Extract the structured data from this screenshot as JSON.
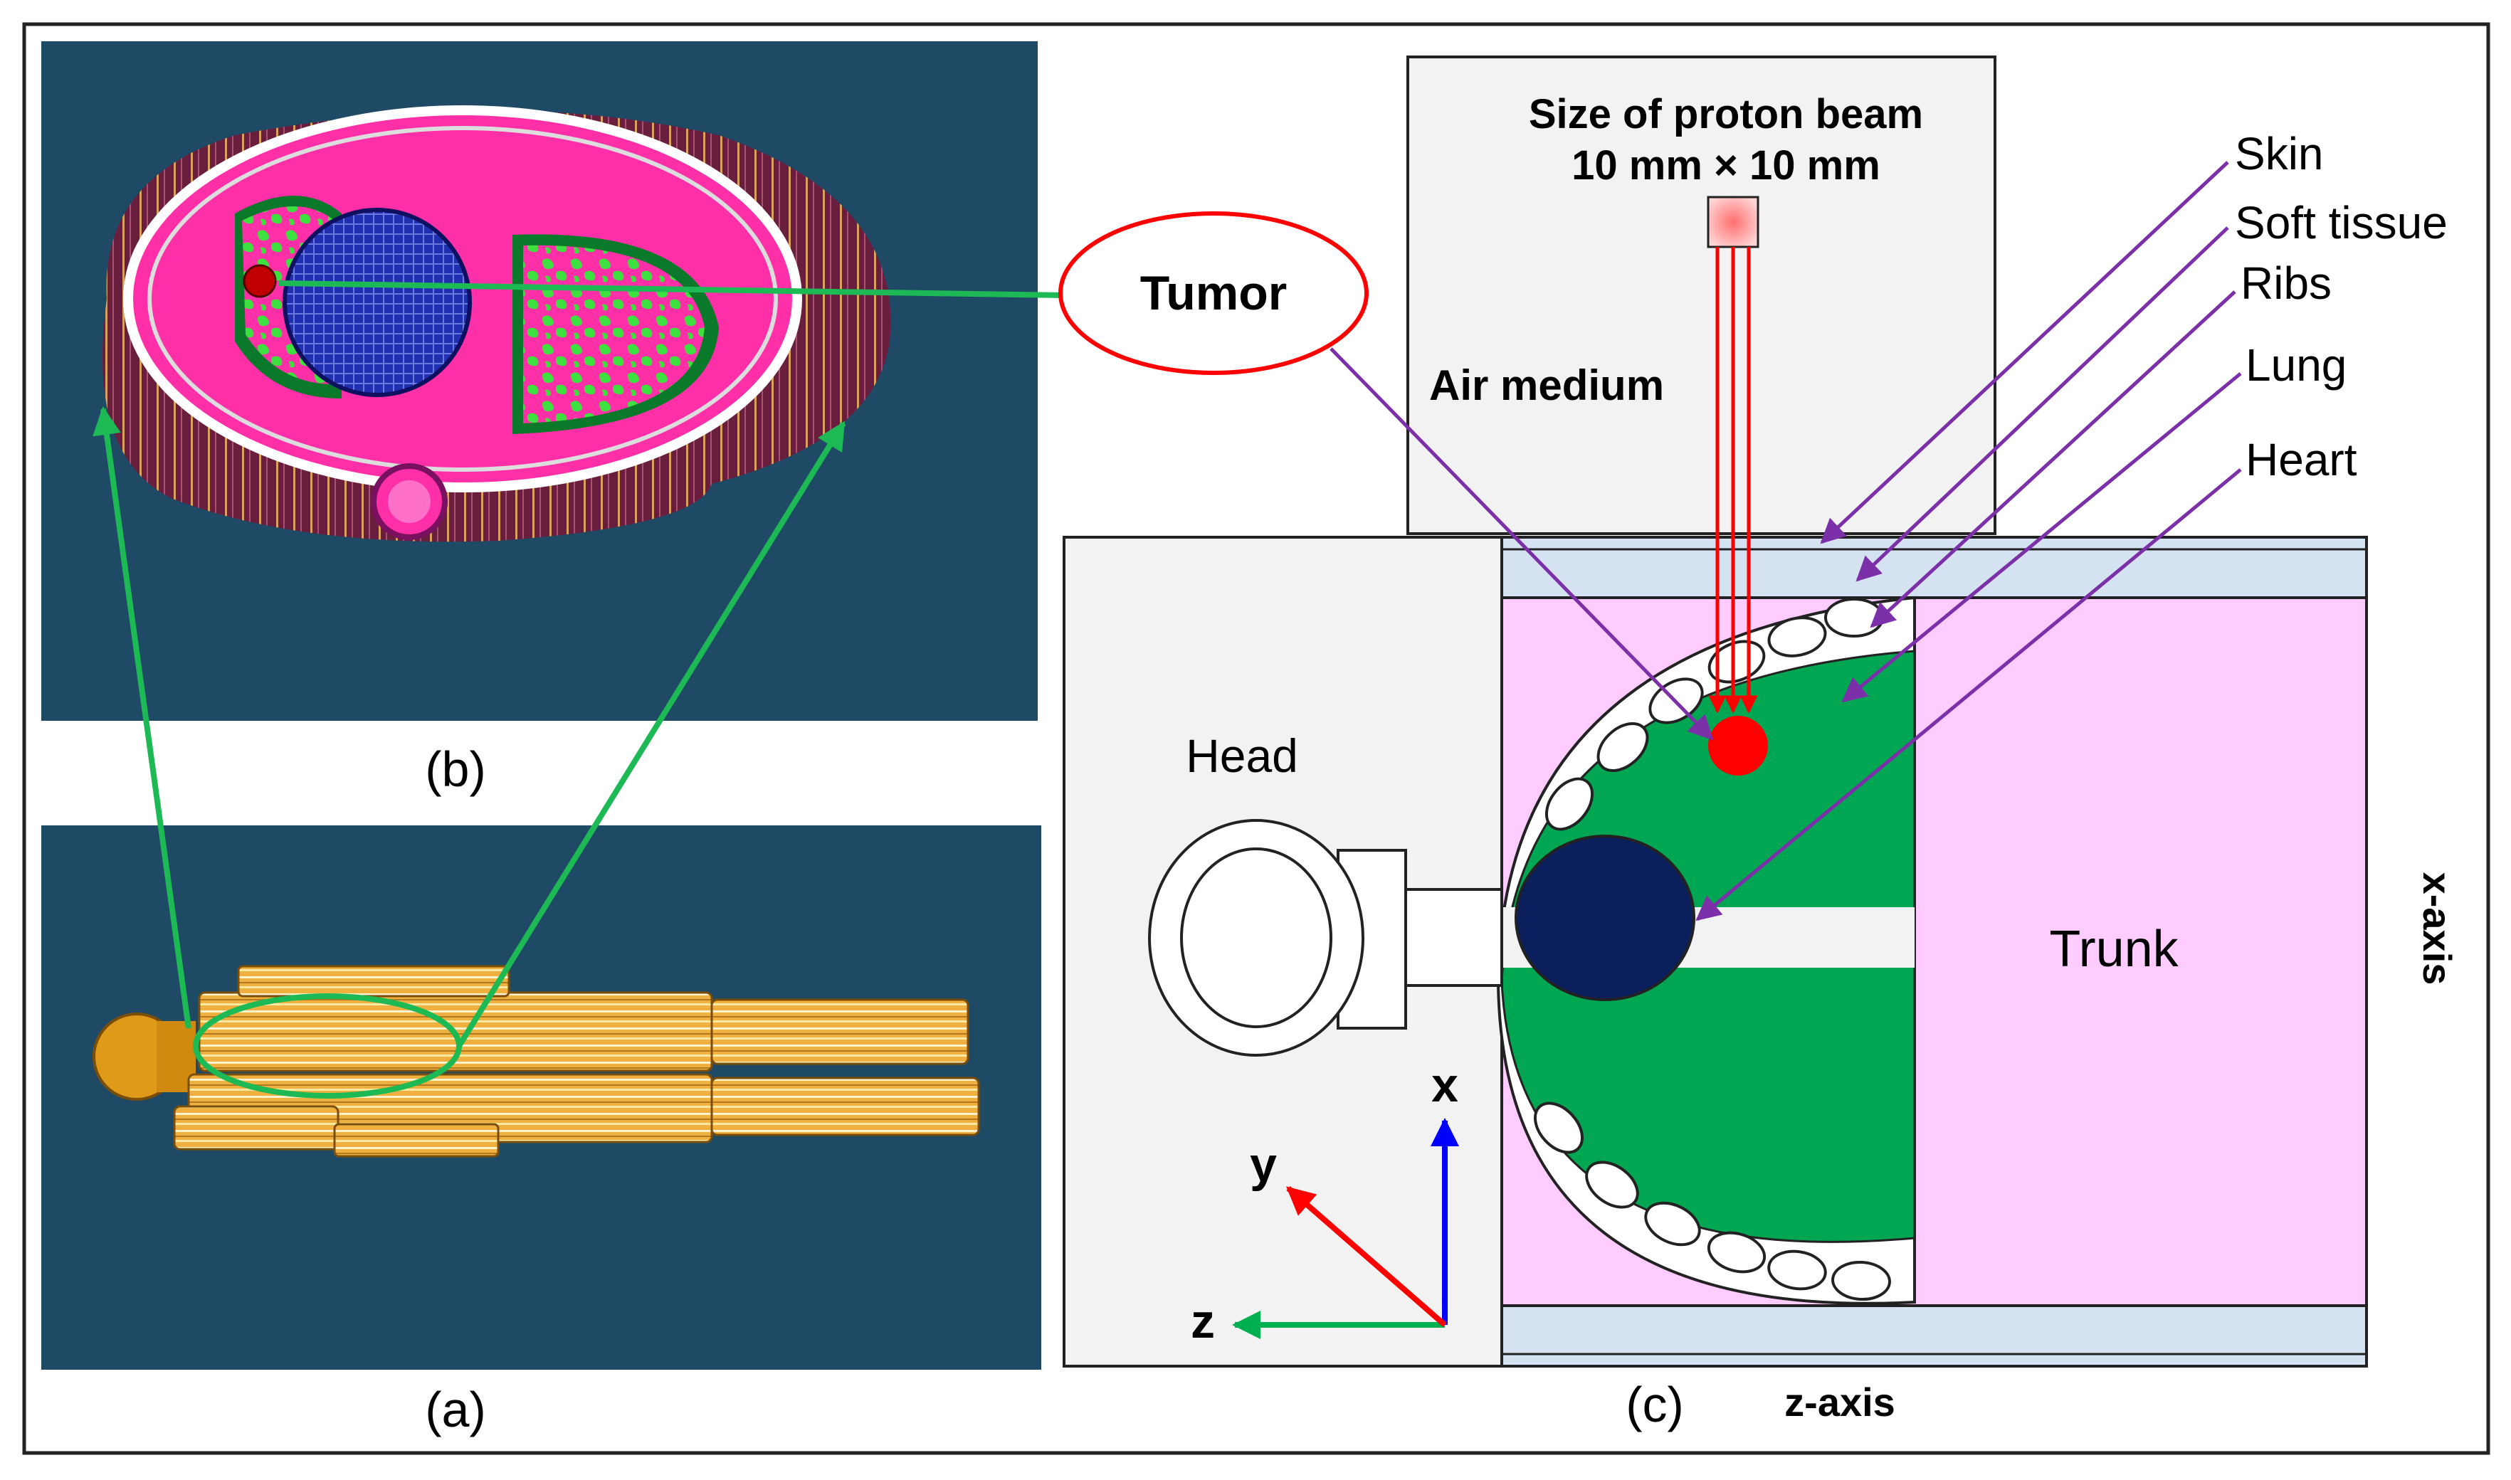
{
  "panels": {
    "a": {
      "label": "(a)"
    },
    "b": {
      "label": "(b)"
    },
    "c": {
      "label": "(c)"
    }
  },
  "annotations": {
    "tumor": "Tumor",
    "beam_size_line1": "Size of proton beam",
    "beam_size_line2": "10 mm × 10 mm",
    "air_medium": "Air medium",
    "head": "Head",
    "trunk": "Trunk",
    "x_axis": "x-axis",
    "z_axis": "z-axis"
  },
  "tissue_labels": {
    "skin": "Skin",
    "soft_tissue": "Soft tissue",
    "ribs": "Ribs",
    "lung": "Lung",
    "heart": "Heart"
  },
  "axes_gizmo": {
    "x": "x",
    "y": "y",
    "z": "z"
  },
  "colors": {
    "render_bg": "#1e4a66",
    "lung": "#00a651",
    "soft_tissue": "#ffccff",
    "skin": "#d4e2f1",
    "heart": "#0a1f5c",
    "tumor": "#ff0000",
    "pointer": "#7b2fa8",
    "beam": "#ff0000",
    "link": "#1db954",
    "magenta": "#ff2fa8",
    "gold": "#f0b040"
  }
}
